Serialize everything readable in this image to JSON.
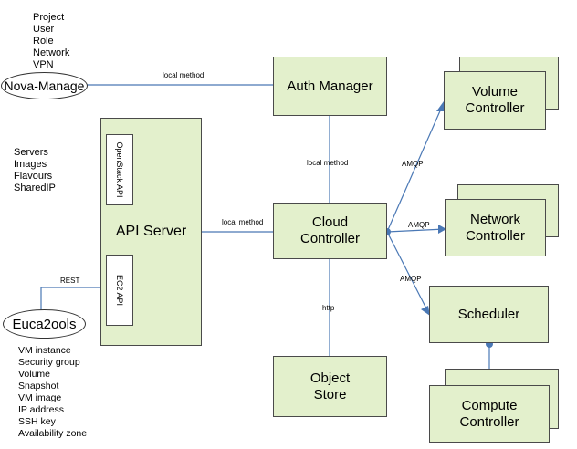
{
  "nova_manage": {
    "label": "Nova-Manage",
    "items": [
      "Project",
      "User",
      "Role",
      "Network",
      "VPN"
    ]
  },
  "euca2ools": {
    "label": "Euca2ools",
    "items": [
      "VM instance",
      "Security group",
      "Volume",
      "Snapshot",
      "VM image",
      "IP address",
      "SSH key",
      "Availability zone"
    ]
  },
  "openstack_resources": [
    "Servers",
    "Images",
    "Flavours",
    "SharedIP"
  ],
  "nodes": {
    "auth_manager": "Auth Manager",
    "api_server": "API Server",
    "openstack_api": "OpenStack API",
    "ec2_api": "EC2 API",
    "cloud_controller": "Cloud\nController",
    "object_store": "Object\nStore",
    "volume_controller": "Volume\nController",
    "network_controller": "Network\nController",
    "scheduler": "Scheduler",
    "compute_controller": "Compute\nController"
  },
  "edges": {
    "nova_to_auth": "local method",
    "auth_to_cloud": "local method",
    "api_to_cloud": "local method",
    "rest": "REST",
    "http": "http",
    "amqp_volume": "AMQP",
    "amqp_network": "AMQP",
    "amqp_scheduler": "AMQP"
  },
  "colors": {
    "box_fill": "#e3f0cc",
    "connector": "#4a78b5",
    "border": "#4a4a4a"
  }
}
